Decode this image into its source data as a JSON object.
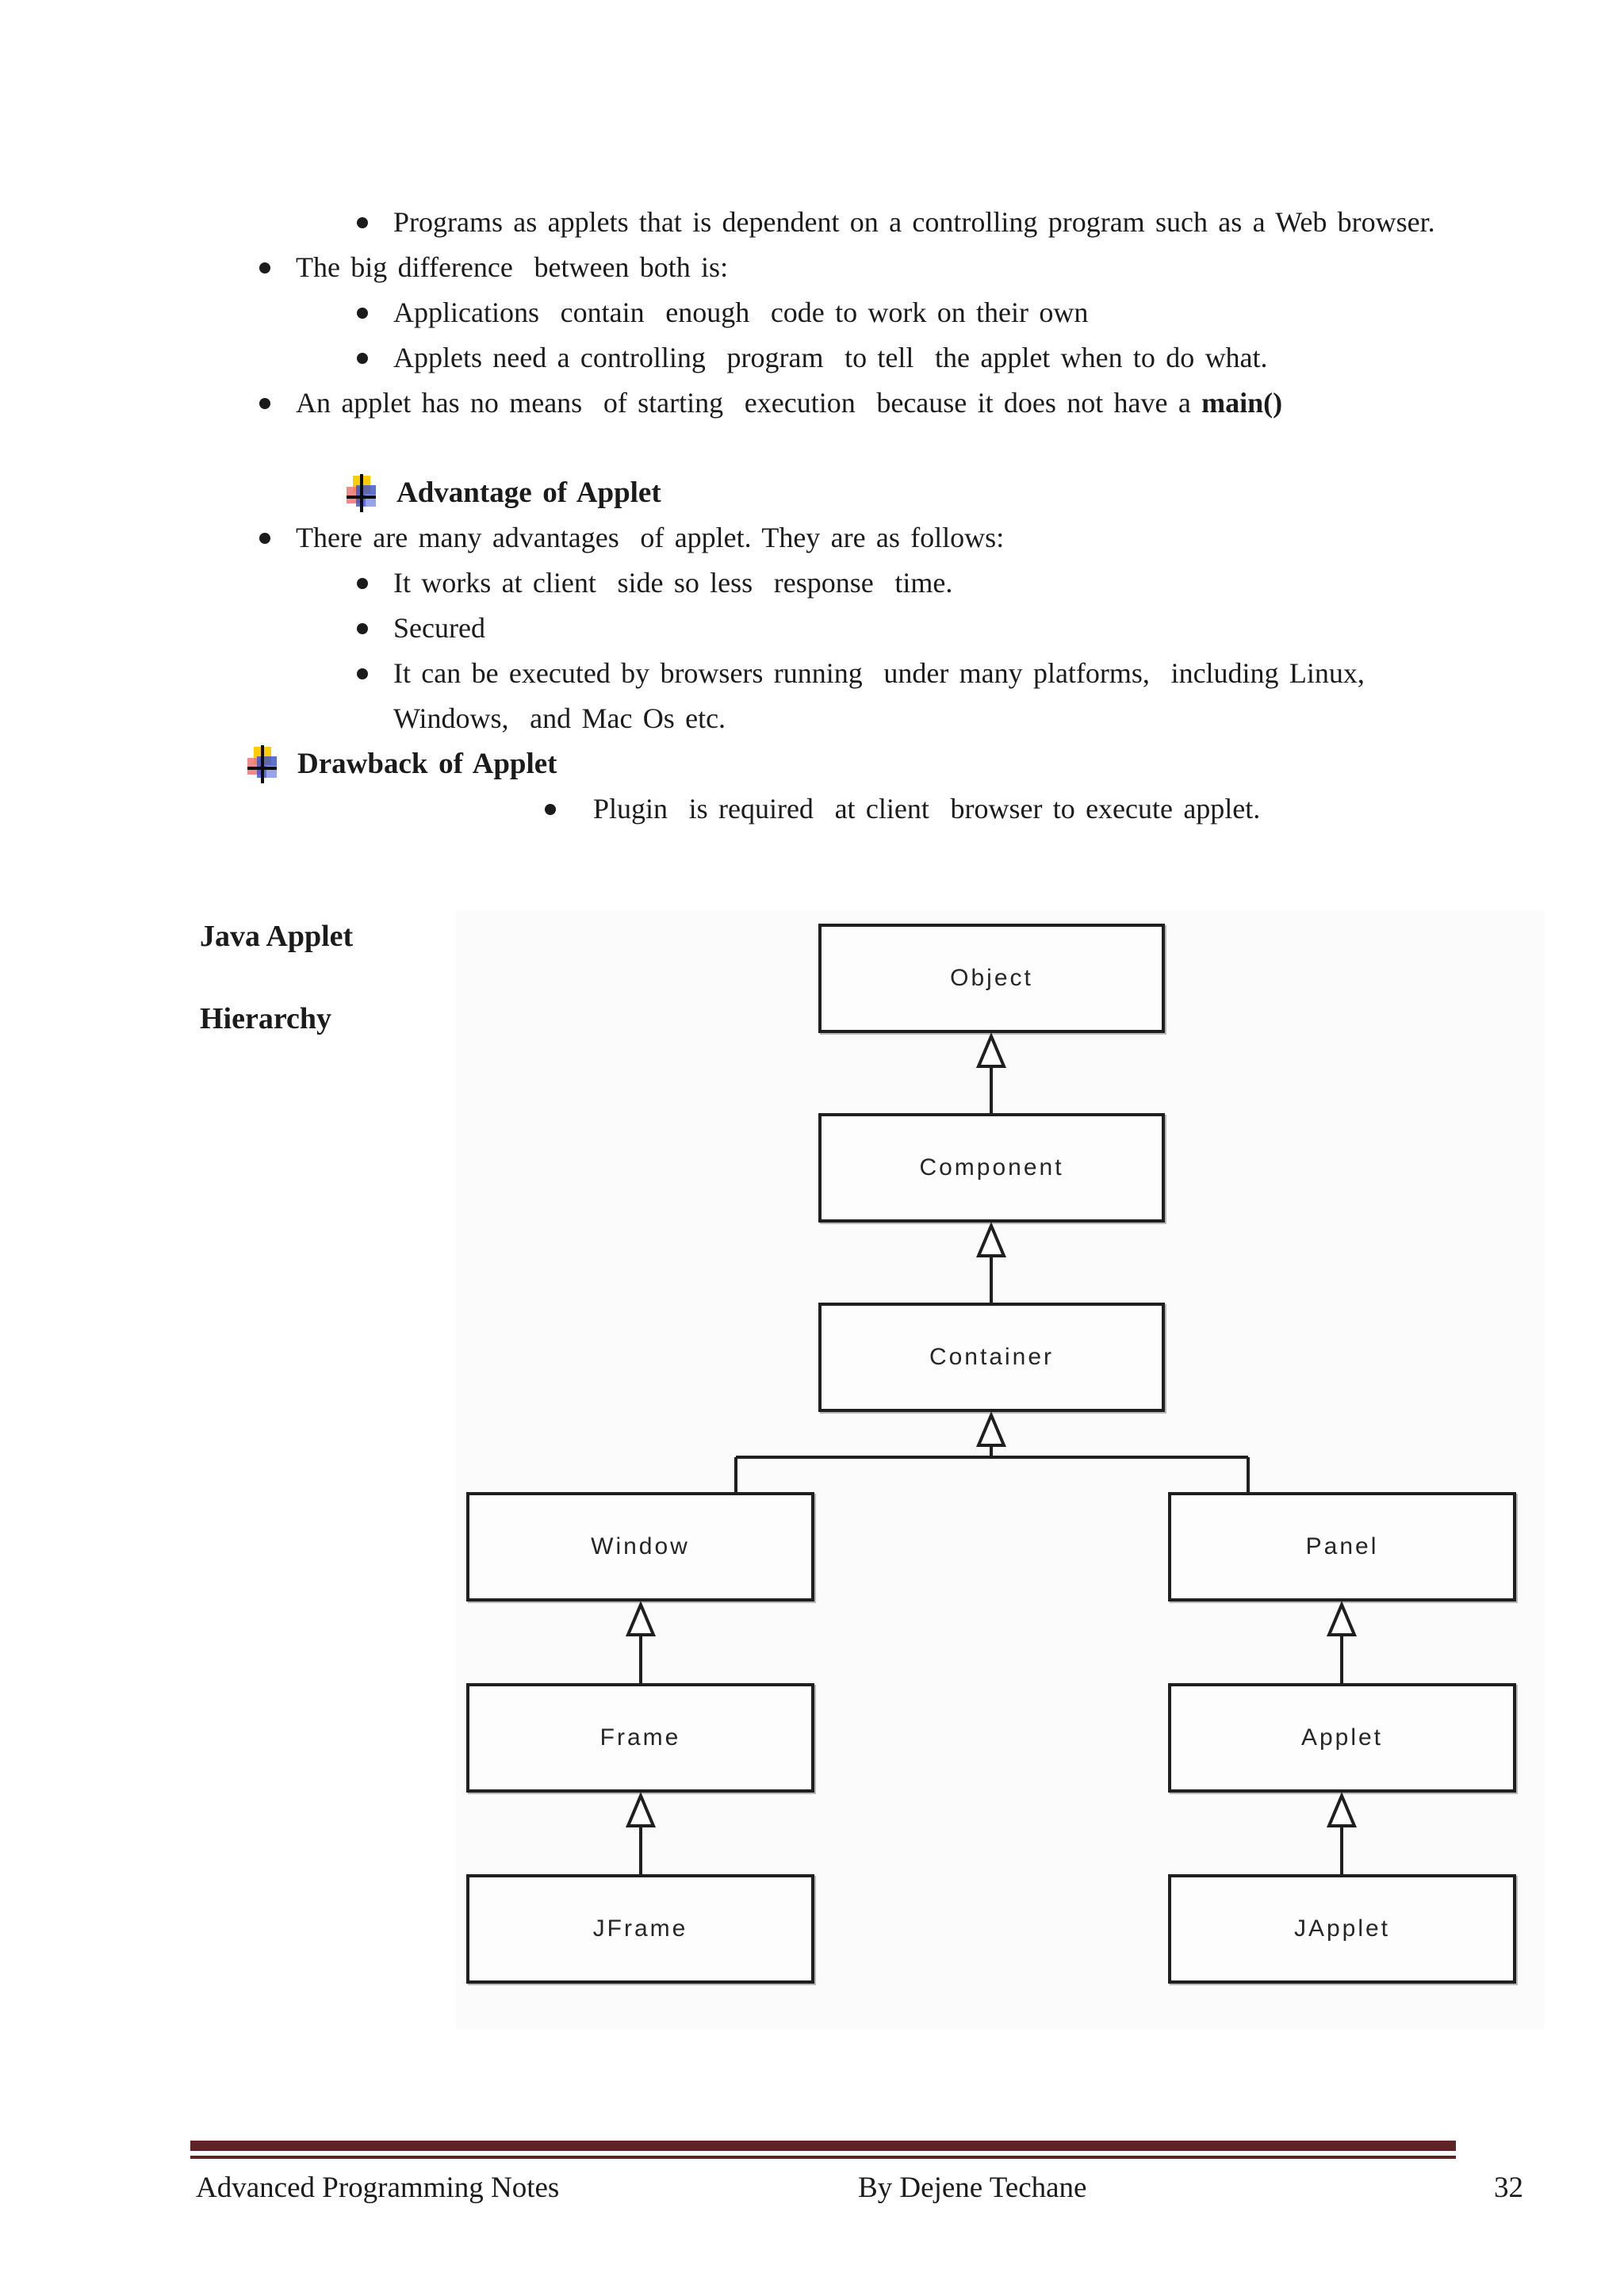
{
  "theme": {
    "page_bg": "#ffffff",
    "text_color": "#1b1b1b",
    "rule_color": "#5e2425",
    "icon_yellow": "#ffcc00",
    "icon_red": "#ec7777",
    "icon_blue": "#3c50c8",
    "icon_blue_light": "#98a4ea",
    "diagram_line": "#1f1f1f"
  },
  "content": {
    "items": [
      {
        "text": "Programs as applets that is dependent on a controlling program such as a Web browser."
      },
      {
        "text": "The big difference  between both is:"
      },
      {
        "text": "Applications  contain  enough  code to work on their own"
      },
      {
        "text": "Applets need a controlling  program  to tell  the applet when to do what."
      },
      {
        "text": "An applet has no means  of starting  execution  because it does not have a ",
        "bold": "main()"
      },
      {
        "text": "There are many advantages  of applet. They are as follows:"
      },
      {
        "text": "It works at client  side so less  response  time."
      },
      {
        "text": "Secured"
      },
      {
        "text": "It can be executed by browsers running  under many platforms,  including Linux, Windows,  and Mac Os etc."
      },
      {
        "text": "Plugin  is required  at client  browser to execute applet."
      }
    ],
    "advantage_heading": "Advantage  of Applet",
    "drawback_heading": "Drawback  of Applet",
    "section_title_line1": "Java Applet",
    "section_title_line2": "Hierarchy"
  },
  "diagram": {
    "boxes": [
      {
        "label": "Object"
      },
      {
        "label": "Component"
      },
      {
        "label": "Container"
      },
      {
        "label": "Window"
      },
      {
        "label": "Panel"
      },
      {
        "label": "Frame"
      },
      {
        "label": "Applet"
      },
      {
        "label": "JFrame"
      },
      {
        "label": "JApplet"
      }
    ]
  },
  "footer": {
    "left": "Advanced Programming Notes",
    "center": "By Dejene Techane",
    "page_number": "32"
  }
}
